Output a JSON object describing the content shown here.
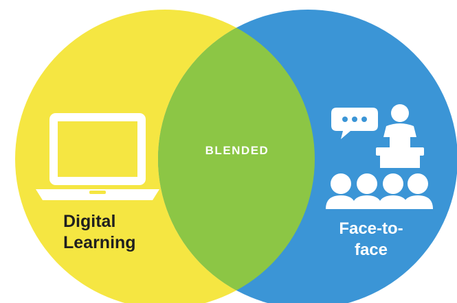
{
  "diagram": {
    "left_set": {
      "label_line1": "Digital",
      "label_line2": "Learning",
      "color": "#f5e642",
      "icon": "laptop-icon"
    },
    "right_set": {
      "label_line1": "Face-to-",
      "label_line2": "face",
      "color": "#3b95d6",
      "icon": "classroom-presenter-icon"
    },
    "intersection": {
      "label": "BLENDED",
      "color": "#8cc645"
    }
  }
}
